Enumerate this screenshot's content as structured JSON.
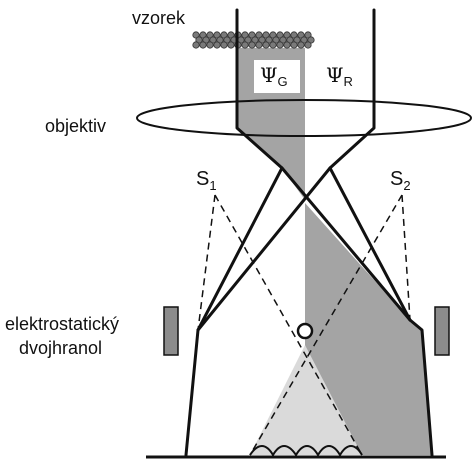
{
  "labels": {
    "sample": "vzorek",
    "objective": "objektiv",
    "biprism_line1": "elektrostatický",
    "biprism_line2": "dvojhranol",
    "s1_main": "S",
    "s1_sub": "1",
    "s2_main": "S",
    "s2_sub": "2",
    "psi_g_main": "Ψ",
    "psi_g_sub": "G",
    "psi_r_main": "Ψ",
    "psi_r_sub": "R"
  },
  "colors": {
    "beam_gray": "#a4a4a4",
    "overlap_gray": "#dadada",
    "sample_dots": "#7a7a7a",
    "biprism_electrode": "#8c8c8c",
    "line": "#111111"
  }
}
